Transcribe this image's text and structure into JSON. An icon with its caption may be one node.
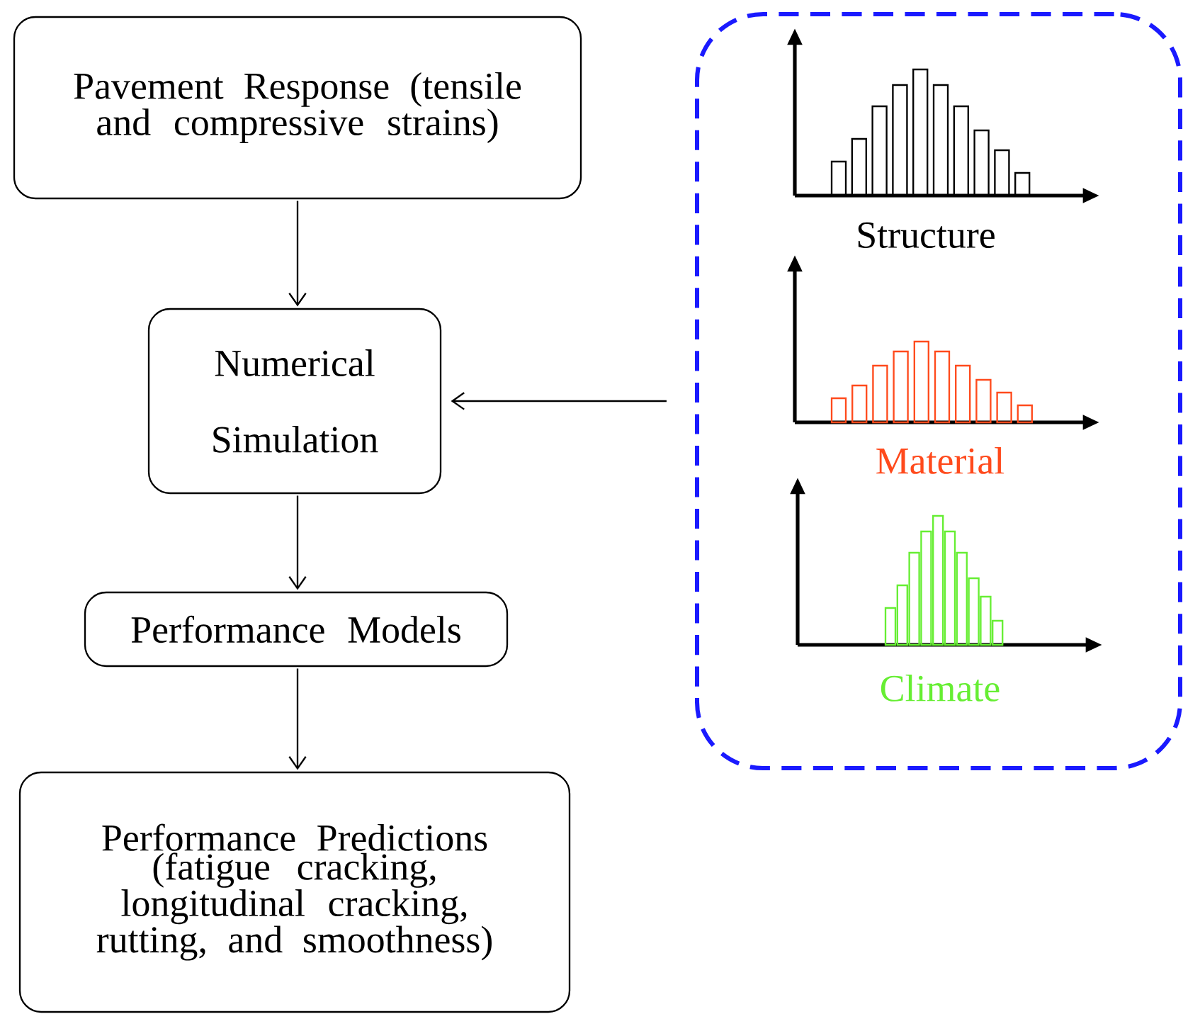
{
  "diagram": {
    "nodes": [
      {
        "text": [
          "Pavement Response (tensile and compressive strains)"
        ]
      },
      {
        "text": [
          "Numerical Simulation"
        ]
      },
      {
        "text": [
          "Performance Models"
        ]
      },
      {
        "text": [
          "Performance Predictions",
          "(fatigue cracking, longitudinal cracking, rutting, and smoothness)"
        ]
      },
      {
        "text": [],
        "shape": "box"
      },
      {
        "text": [
          "Structure"
        ],
        "in": 4
      },
      {
        "text": [
          "Material"
        ],
        "in": 4
      },
      {
        "text": [
          "Climate"
        ],
        "in": 4
      }
    ],
    "edges": [
      {
        "from": 0,
        "to": 1,
        "arrow": "to"
      },
      {
        "from": 4,
        "to": 1,
        "arrow": "to"
      },
      {
        "from": 1,
        "to": 2,
        "arrow": "to"
      },
      {
        "from": 2,
        "to": 3,
        "arrow": "to"
      }
    ]
  }
}
